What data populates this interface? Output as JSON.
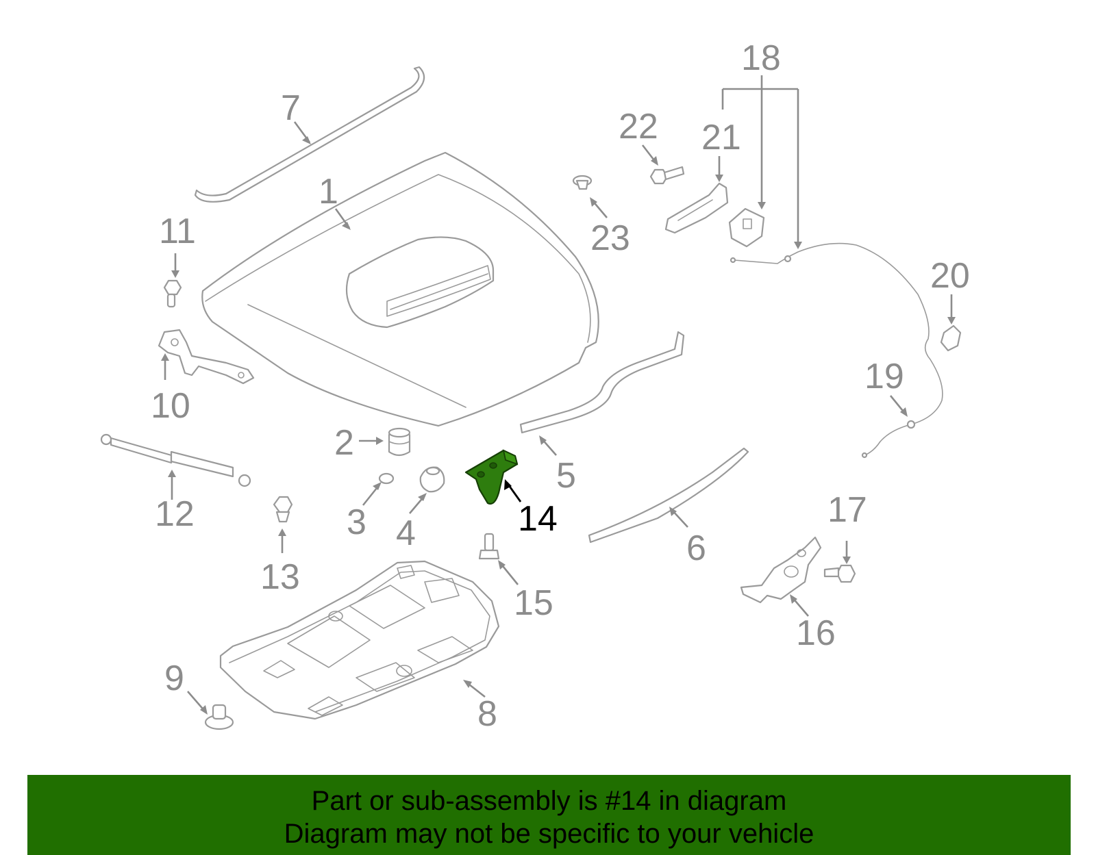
{
  "diagram": {
    "highlight_color": "#2e7d0e",
    "callouts": [
      {
        "id": "1",
        "label": "1"
      },
      {
        "id": "2",
        "label": "2"
      },
      {
        "id": "3",
        "label": "3"
      },
      {
        "id": "4",
        "label": "4"
      },
      {
        "id": "5",
        "label": "5"
      },
      {
        "id": "6",
        "label": "6"
      },
      {
        "id": "7",
        "label": "7"
      },
      {
        "id": "8",
        "label": "8"
      },
      {
        "id": "9",
        "label": "9"
      },
      {
        "id": "10",
        "label": "10"
      },
      {
        "id": "11",
        "label": "11"
      },
      {
        "id": "12",
        "label": "12"
      },
      {
        "id": "13",
        "label": "13"
      },
      {
        "id": "14",
        "label": "14",
        "highlighted": true
      },
      {
        "id": "15",
        "label": "15"
      },
      {
        "id": "16",
        "label": "16"
      },
      {
        "id": "17",
        "label": "17"
      },
      {
        "id": "18",
        "label": "18"
      },
      {
        "id": "19",
        "label": "19"
      },
      {
        "id": "20",
        "label": "20"
      },
      {
        "id": "21",
        "label": "21"
      },
      {
        "id": "22",
        "label": "22"
      },
      {
        "id": "23",
        "label": "23"
      }
    ]
  },
  "footer": {
    "background": "#206f00",
    "line1": "Part or sub-assembly is #14 in diagram",
    "line2": "Diagram may not be specific to your vehicle"
  }
}
